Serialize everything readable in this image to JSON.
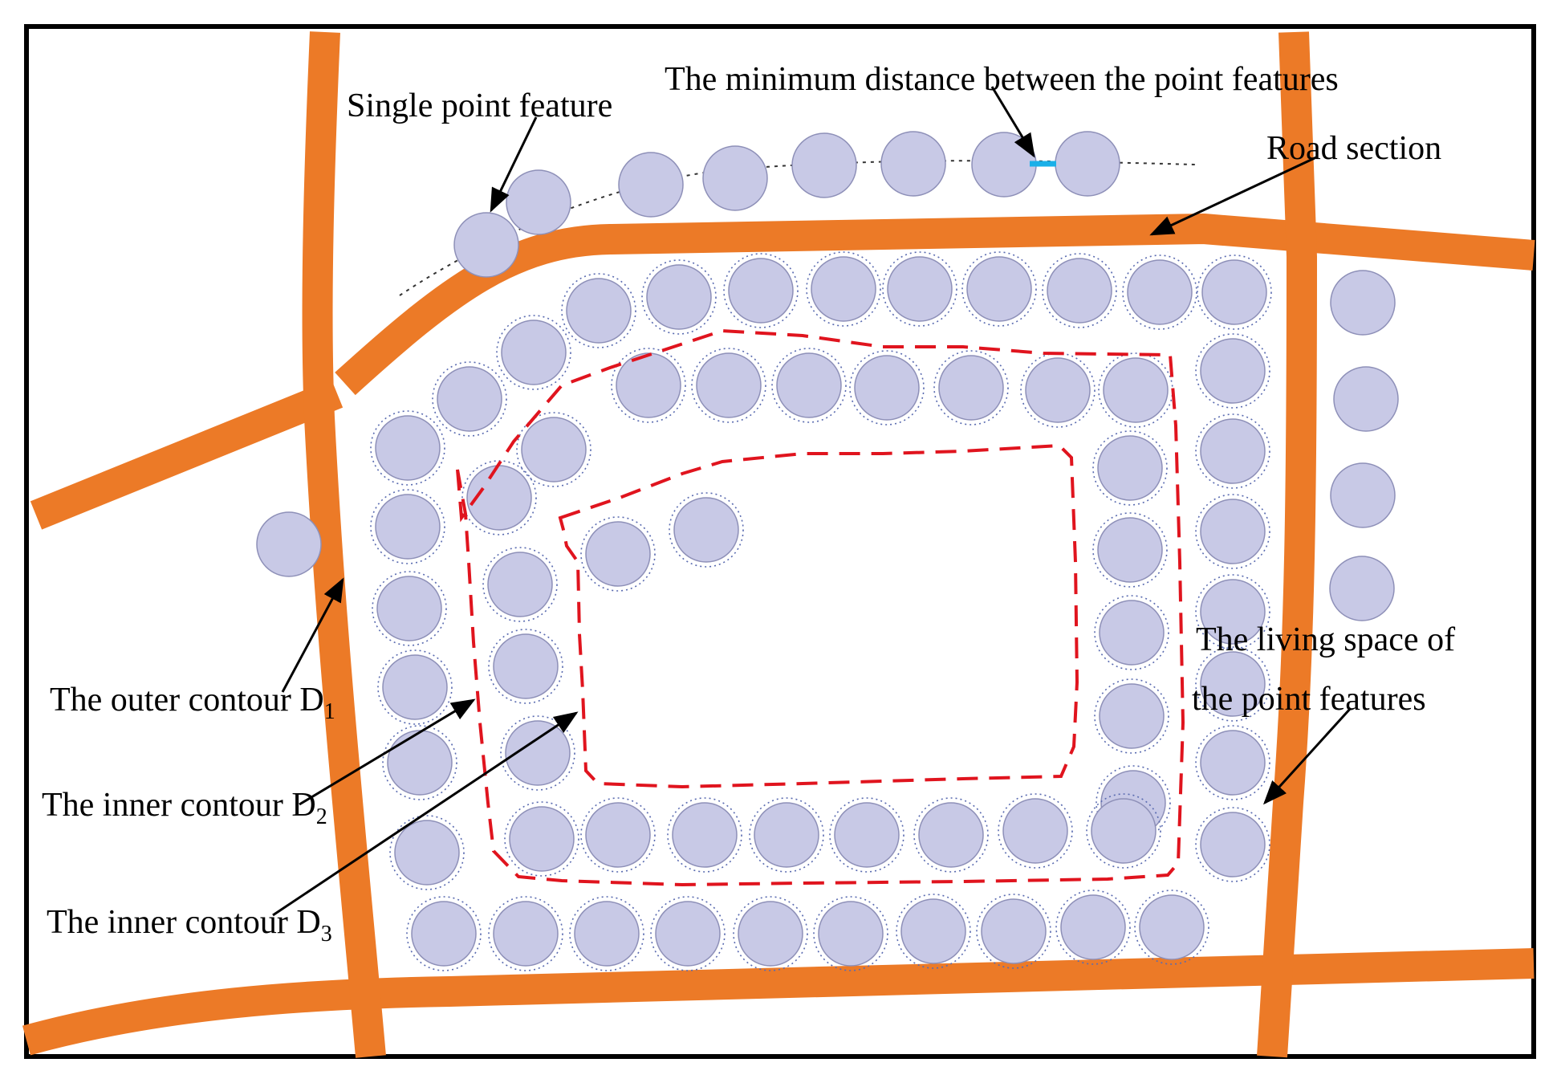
{
  "colors": {
    "road": "#ec7a27",
    "point_fill": "#c8c9e6",
    "point_stroke": "#8e90b8",
    "living_space": "#5a6bb0",
    "contour": "#e0141e",
    "frame": "#000000",
    "min_distance": "#1ab0e8"
  },
  "labels": {
    "single_point": "Single point feature",
    "min_distance": "The minimum distance between the point features",
    "road_section": "Road section",
    "living_space_line1": "The living space of",
    "living_space_line2": "the point features",
    "outer_contour": "The outer contour D",
    "outer_sub": "1",
    "inner_contour_d2": "The inner contour D",
    "d2_sub": "2",
    "inner_contour_d3": "The inner contour D",
    "d3_sub": "3"
  }
}
